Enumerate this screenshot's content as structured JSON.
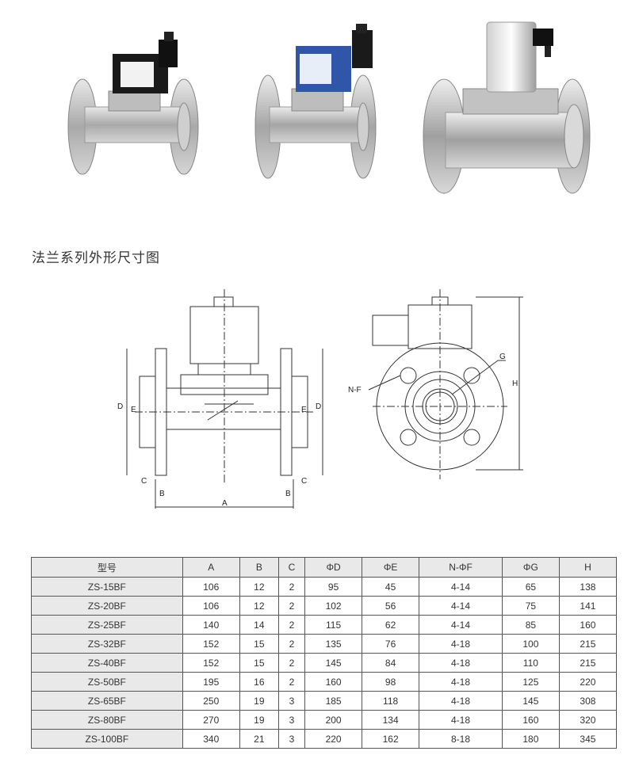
{
  "section_title": "法兰系列外形尺寸图",
  "photos": [
    {
      "coil_color": "#1a1a1a",
      "icon": "valve-photo-black-coil"
    },
    {
      "coil_color": "#2f56a8",
      "icon": "valve-photo-blue-coil"
    },
    {
      "coil_color": "#c8c8c8",
      "icon": "valve-photo-steel-coil"
    }
  ],
  "drawing_labels": {
    "front": {
      "a": "A",
      "b_left": "B",
      "b_right": "B",
      "c_left": "C",
      "c_right": "C",
      "d_left": "D",
      "d_right": "D",
      "e_left": "E",
      "e_right": "E"
    },
    "side": {
      "g": "G",
      "nf": "N-F",
      "h": "H"
    }
  },
  "table": {
    "headers": [
      "型号",
      "A",
      "B",
      "C",
      "ΦD",
      "ΦE",
      "N-ΦF",
      "ΦG",
      "H"
    ],
    "rows": [
      [
        "ZS-15BF",
        "106",
        "12",
        "2",
        "95",
        "45",
        "4-14",
        "65",
        "138"
      ],
      [
        "ZS-20BF",
        "106",
        "12",
        "2",
        "102",
        "56",
        "4-14",
        "75",
        "141"
      ],
      [
        "ZS-25BF",
        "140",
        "14",
        "2",
        "115",
        "62",
        "4-14",
        "85",
        "160"
      ],
      [
        "ZS-32BF",
        "152",
        "15",
        "2",
        "135",
        "76",
        "4-18",
        "100",
        "215"
      ],
      [
        "ZS-40BF",
        "152",
        "15",
        "2",
        "145",
        "84",
        "4-18",
        "110",
        "215"
      ],
      [
        "ZS-50BF",
        "195",
        "16",
        "2",
        "160",
        "98",
        "4-18",
        "125",
        "220"
      ],
      [
        "ZS-65BF",
        "250",
        "19",
        "3",
        "185",
        "118",
        "4-18",
        "145",
        "308"
      ],
      [
        "ZS-80BF",
        "270",
        "19",
        "3",
        "200",
        "134",
        "4-18",
        "160",
        "320"
      ],
      [
        "ZS-100BF",
        "340",
        "21",
        "3",
        "220",
        "162",
        "8-18",
        "180",
        "345"
      ]
    ]
  }
}
